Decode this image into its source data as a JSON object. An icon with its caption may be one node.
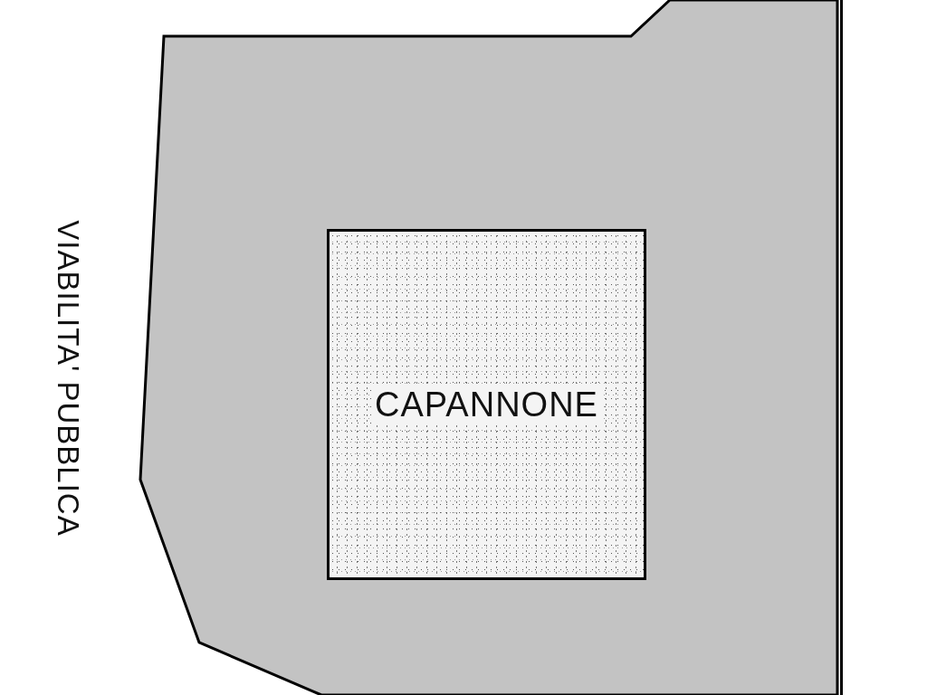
{
  "diagram": {
    "nodes": [
      {
        "text": [],
        "shape": "polygon"
      },
      {
        "text": [
          "CAPANNONE"
        ],
        "in": 0
      }
    ],
    "labels": [
      "VIABILITA' PUBBLICA"
    ]
  }
}
